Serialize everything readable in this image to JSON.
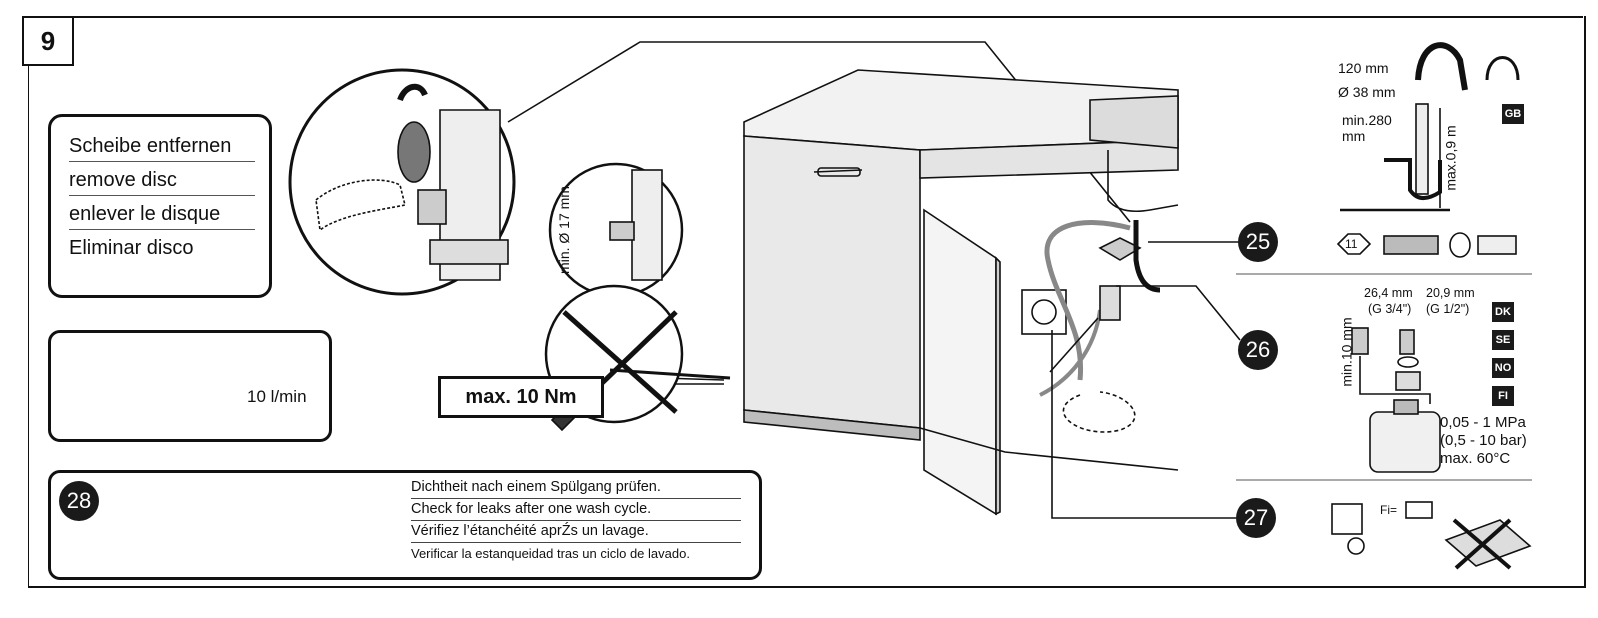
{
  "step_number": "9",
  "disc_labels": [
    "Scheibe entfernen",
    "remove disc",
    "enlever le disque",
    "Eliminar disco"
  ],
  "flow_rate": "10 l/min",
  "torque": "max. 10 Nm",
  "thread_min": "min. Ø 17 mm",
  "leak_number": "28",
  "leak_lines": [
    "Dichtheit nach einem Spülgang prüfen.",
    "Check for leaks after one wash cycle.",
    "Vérifiez l’étanchéité aprŹs un lavage.",
    "Verificar la estanqueidad tras un ciclo de lavado."
  ],
  "callouts": [
    "25",
    "26",
    "27"
  ],
  "drain": {
    "hose_height": "120 mm",
    "diameter": "Ø 38 mm",
    "min_height_a": "min.280",
    "min_height_b": "mm",
    "max_height": "max.0,9 m",
    "country": "GB",
    "ref": "11"
  },
  "supply": {
    "size_a": "26,4 mm",
    "thread_a": "(G 3/4\")",
    "size_b": "20,9 mm",
    "thread_b": "(G 1/2\")",
    "min_len": "min.10 mm",
    "countries": [
      "DK",
      "SE",
      "NO",
      "FI"
    ],
    "pressure_1": "0,05 - 1 MPa",
    "pressure_2": "(0,5 - 10 bar)",
    "temp": "max. 60°C"
  },
  "electric": {
    "fi_label": "Fi="
  }
}
